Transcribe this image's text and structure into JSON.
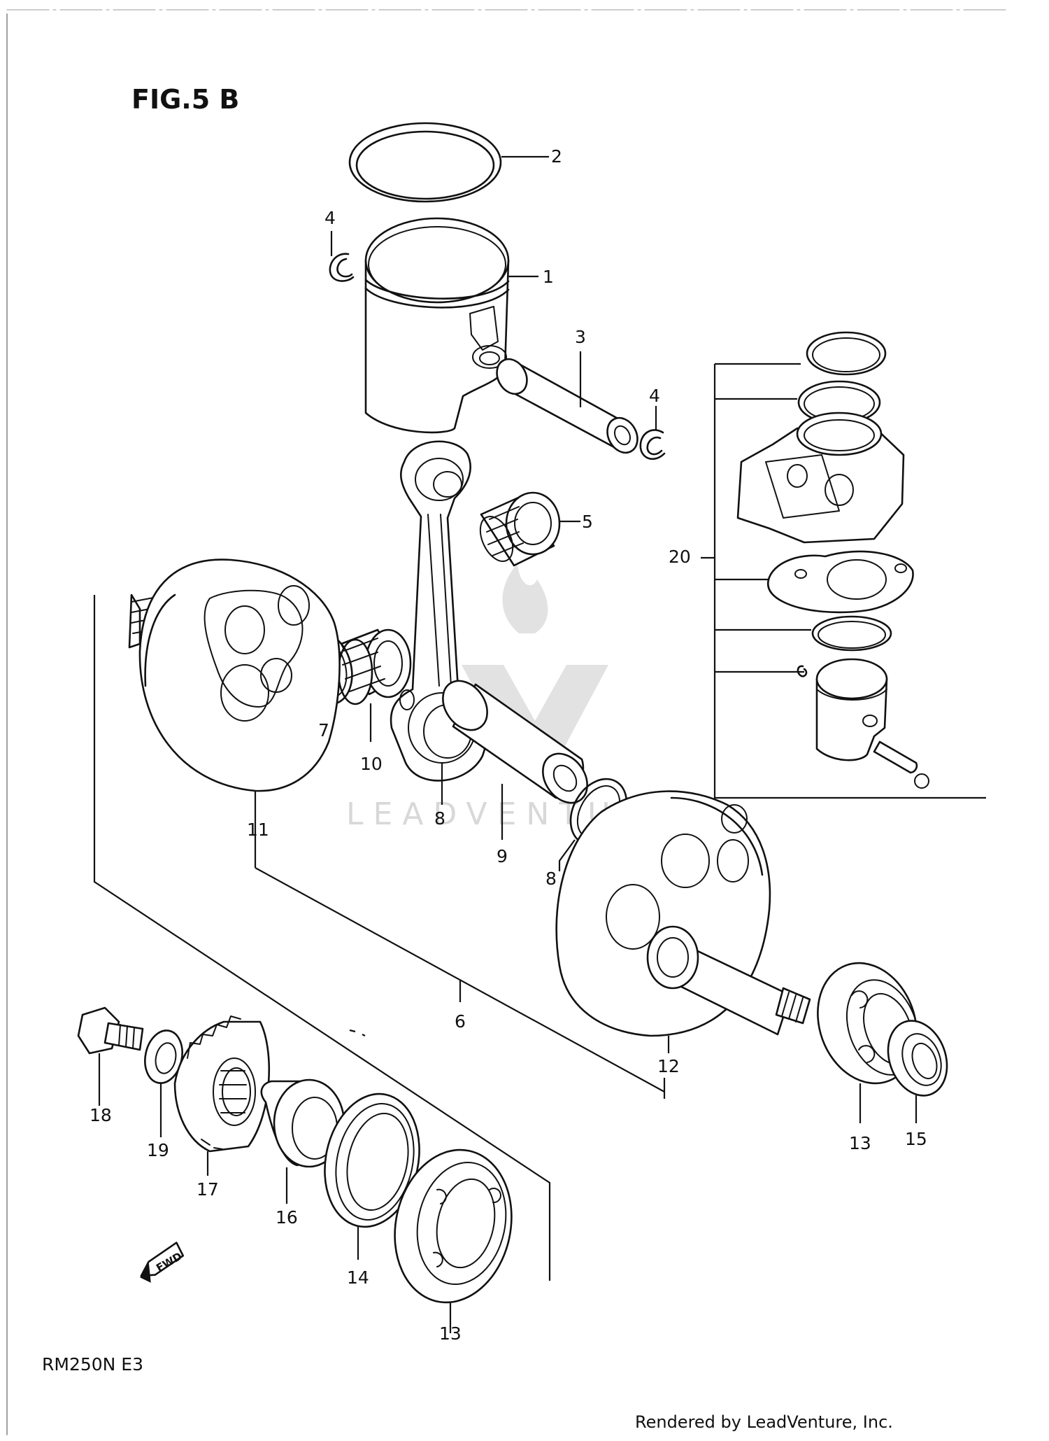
{
  "figure": {
    "title": "FIG.5 B",
    "model": "RM250N E3",
    "credit": "Rendered by LeadVenture, Inc.",
    "watermark": "LEADVENTURE"
  },
  "callouts": [
    {
      "id": "c1",
      "label": "1"
    },
    {
      "id": "c2",
      "label": "2"
    },
    {
      "id": "c3",
      "label": "3"
    },
    {
      "id": "c4a",
      "label": "4"
    },
    {
      "id": "c4b",
      "label": "4"
    },
    {
      "id": "c5",
      "label": "5"
    },
    {
      "id": "c6",
      "label": "6"
    },
    {
      "id": "c7",
      "label": "7"
    },
    {
      "id": "c8a",
      "label": "8"
    },
    {
      "id": "c8b",
      "label": "8"
    },
    {
      "id": "c9",
      "label": "9"
    },
    {
      "id": "c10",
      "label": "10"
    },
    {
      "id": "c11",
      "label": "11"
    },
    {
      "id": "c12",
      "label": "12"
    },
    {
      "id": "c13a",
      "label": "13"
    },
    {
      "id": "c13b",
      "label": "13"
    },
    {
      "id": "c14",
      "label": "14"
    },
    {
      "id": "c15",
      "label": "15"
    },
    {
      "id": "c16",
      "label": "16"
    },
    {
      "id": "c17",
      "label": "17"
    },
    {
      "id": "c18",
      "label": "18"
    },
    {
      "id": "c19",
      "label": "19"
    },
    {
      "id": "c20",
      "label": "20"
    }
  ],
  "fwd_marker": {
    "label": "FWD"
  }
}
